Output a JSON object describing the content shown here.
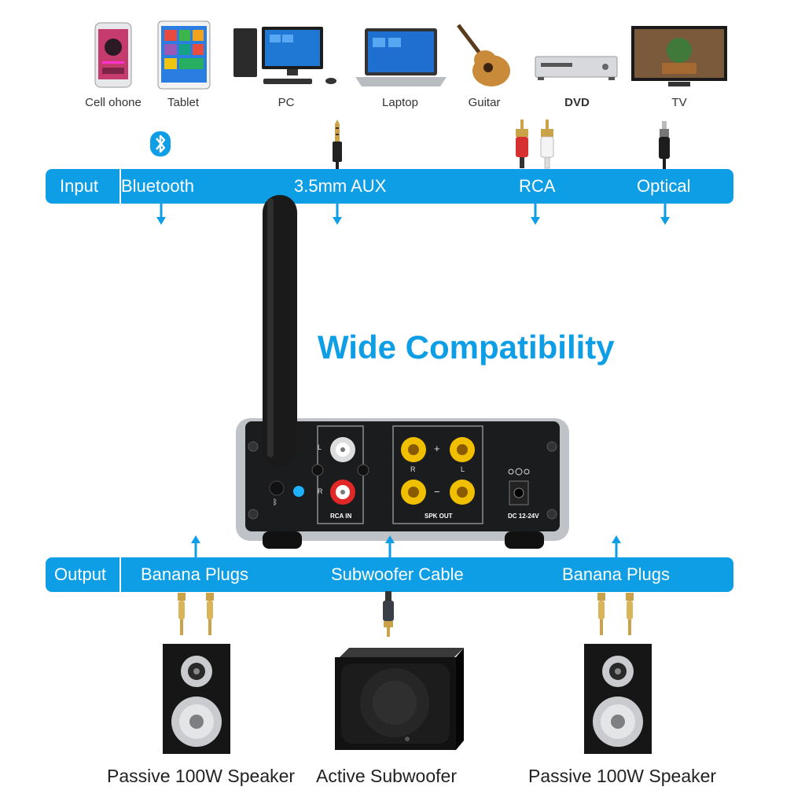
{
  "devices": [
    {
      "name": "cell-phone",
      "label": "Cell ohone"
    },
    {
      "name": "tablet",
      "label": "Tablet"
    },
    {
      "name": "pc",
      "label": "PC"
    },
    {
      "name": "laptop",
      "label": "Laptop"
    },
    {
      "name": "guitar",
      "label": "Guitar"
    },
    {
      "name": "dvd",
      "label": "DVD"
    },
    {
      "name": "tv",
      "label": "TV"
    }
  ],
  "input_bar": {
    "label": "Input",
    "items": [
      "Bluetooth",
      "3.5mm AUX",
      "RCA",
      "Optical"
    ]
  },
  "title": "Wide Compatibility",
  "amp": {
    "rca_label": "RCA IN",
    "spk_label": "SPK OUT",
    "dc_label": "DC 12-24V",
    "r": "R",
    "l": "L",
    "plus": "+",
    "minus": "−"
  },
  "output_bar": {
    "label": "Output",
    "items": [
      "Banana Plugs",
      "Subwoofer Cable",
      "Banana Plugs"
    ]
  },
  "speakers": [
    "Passive 100W Speaker",
    "Active Subwoofer",
    "Passive 100W Speaker"
  ],
  "colors": {
    "accent": "#0d9ee6"
  }
}
